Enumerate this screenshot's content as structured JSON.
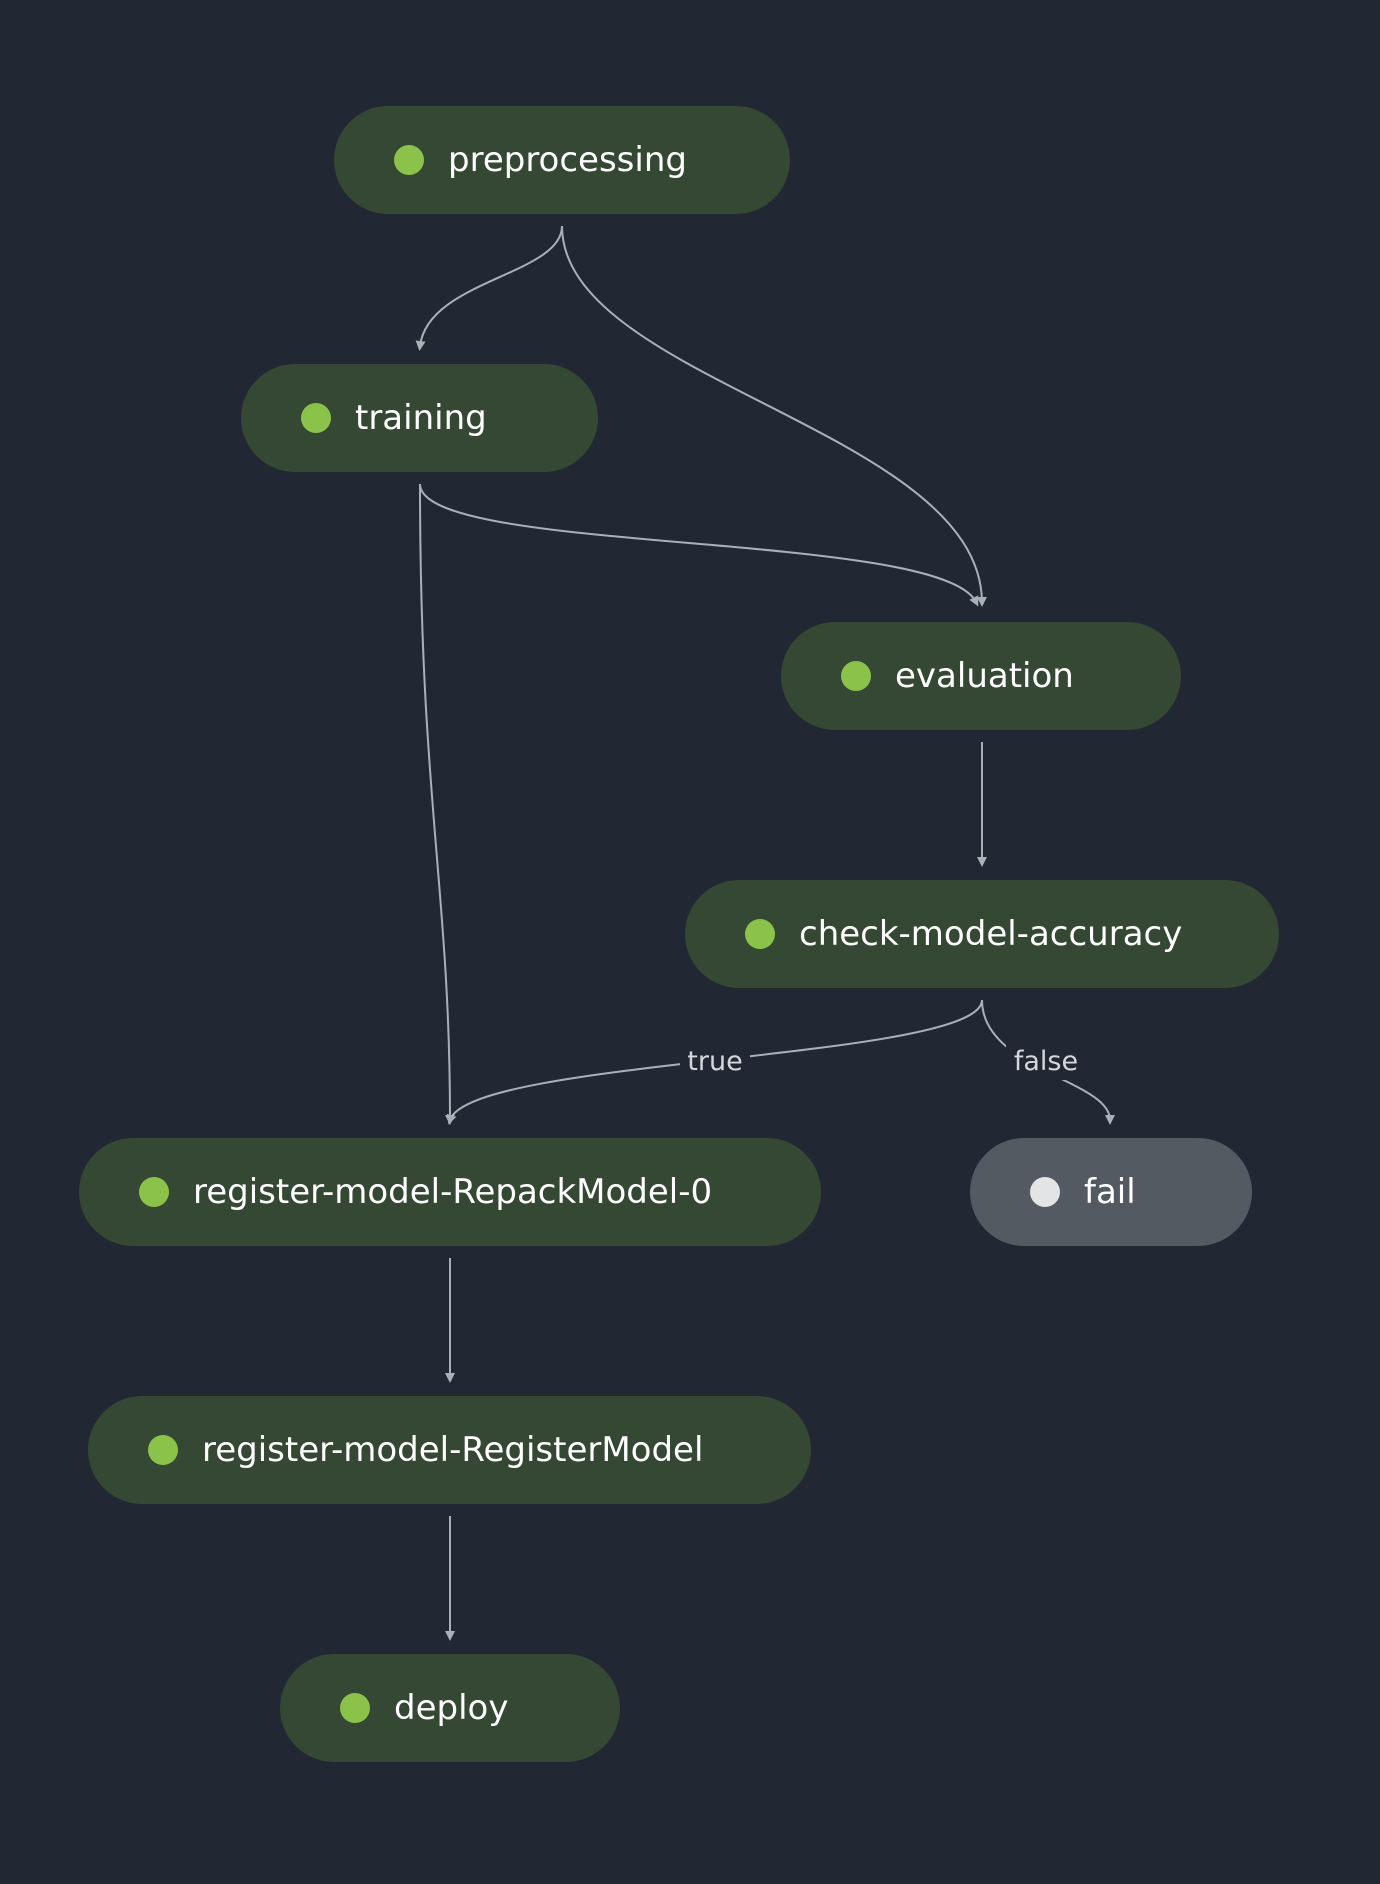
{
  "pipeline": {
    "steps": [
      {
        "id": "preprocessing",
        "label": "preprocessing",
        "status": "succeeded"
      },
      {
        "id": "training",
        "label": "training",
        "status": "succeeded"
      },
      {
        "id": "evaluation",
        "label": "evaluation",
        "status": "succeeded"
      },
      {
        "id": "check",
        "label": "check-model-accuracy",
        "status": "succeeded"
      },
      {
        "id": "repack",
        "label": "register-model-RepackModel-0",
        "status": "succeeded"
      },
      {
        "id": "fail",
        "label": "fail",
        "status": "not-executed"
      },
      {
        "id": "register",
        "label": "register-model-RegisterModel",
        "status": "succeeded"
      },
      {
        "id": "deploy",
        "label": "deploy",
        "status": "succeeded"
      }
    ],
    "edges": [
      {
        "from": "preprocessing",
        "to": "training",
        "label": ""
      },
      {
        "from": "preprocessing",
        "to": "evaluation",
        "label": ""
      },
      {
        "from": "training",
        "to": "evaluation",
        "label": ""
      },
      {
        "from": "training",
        "to": "repack",
        "label": ""
      },
      {
        "from": "evaluation",
        "to": "check",
        "label": ""
      },
      {
        "from": "check",
        "to": "repack",
        "label": "true"
      },
      {
        "from": "check",
        "to": "fail",
        "label": "false"
      },
      {
        "from": "repack",
        "to": "register",
        "label": ""
      },
      {
        "from": "register",
        "to": "deploy",
        "label": ""
      }
    ]
  },
  "colors": {
    "background": "#212833",
    "node_success": "#354833",
    "node_not_executed": "#545a62",
    "status_success": "#8bc34a",
    "status_not_executed": "#e2e4e6",
    "edge": "#aab0b8"
  },
  "icons": {
    "status_success": "green-circle-icon",
    "status_not_executed": "gray-circle-icon"
  }
}
